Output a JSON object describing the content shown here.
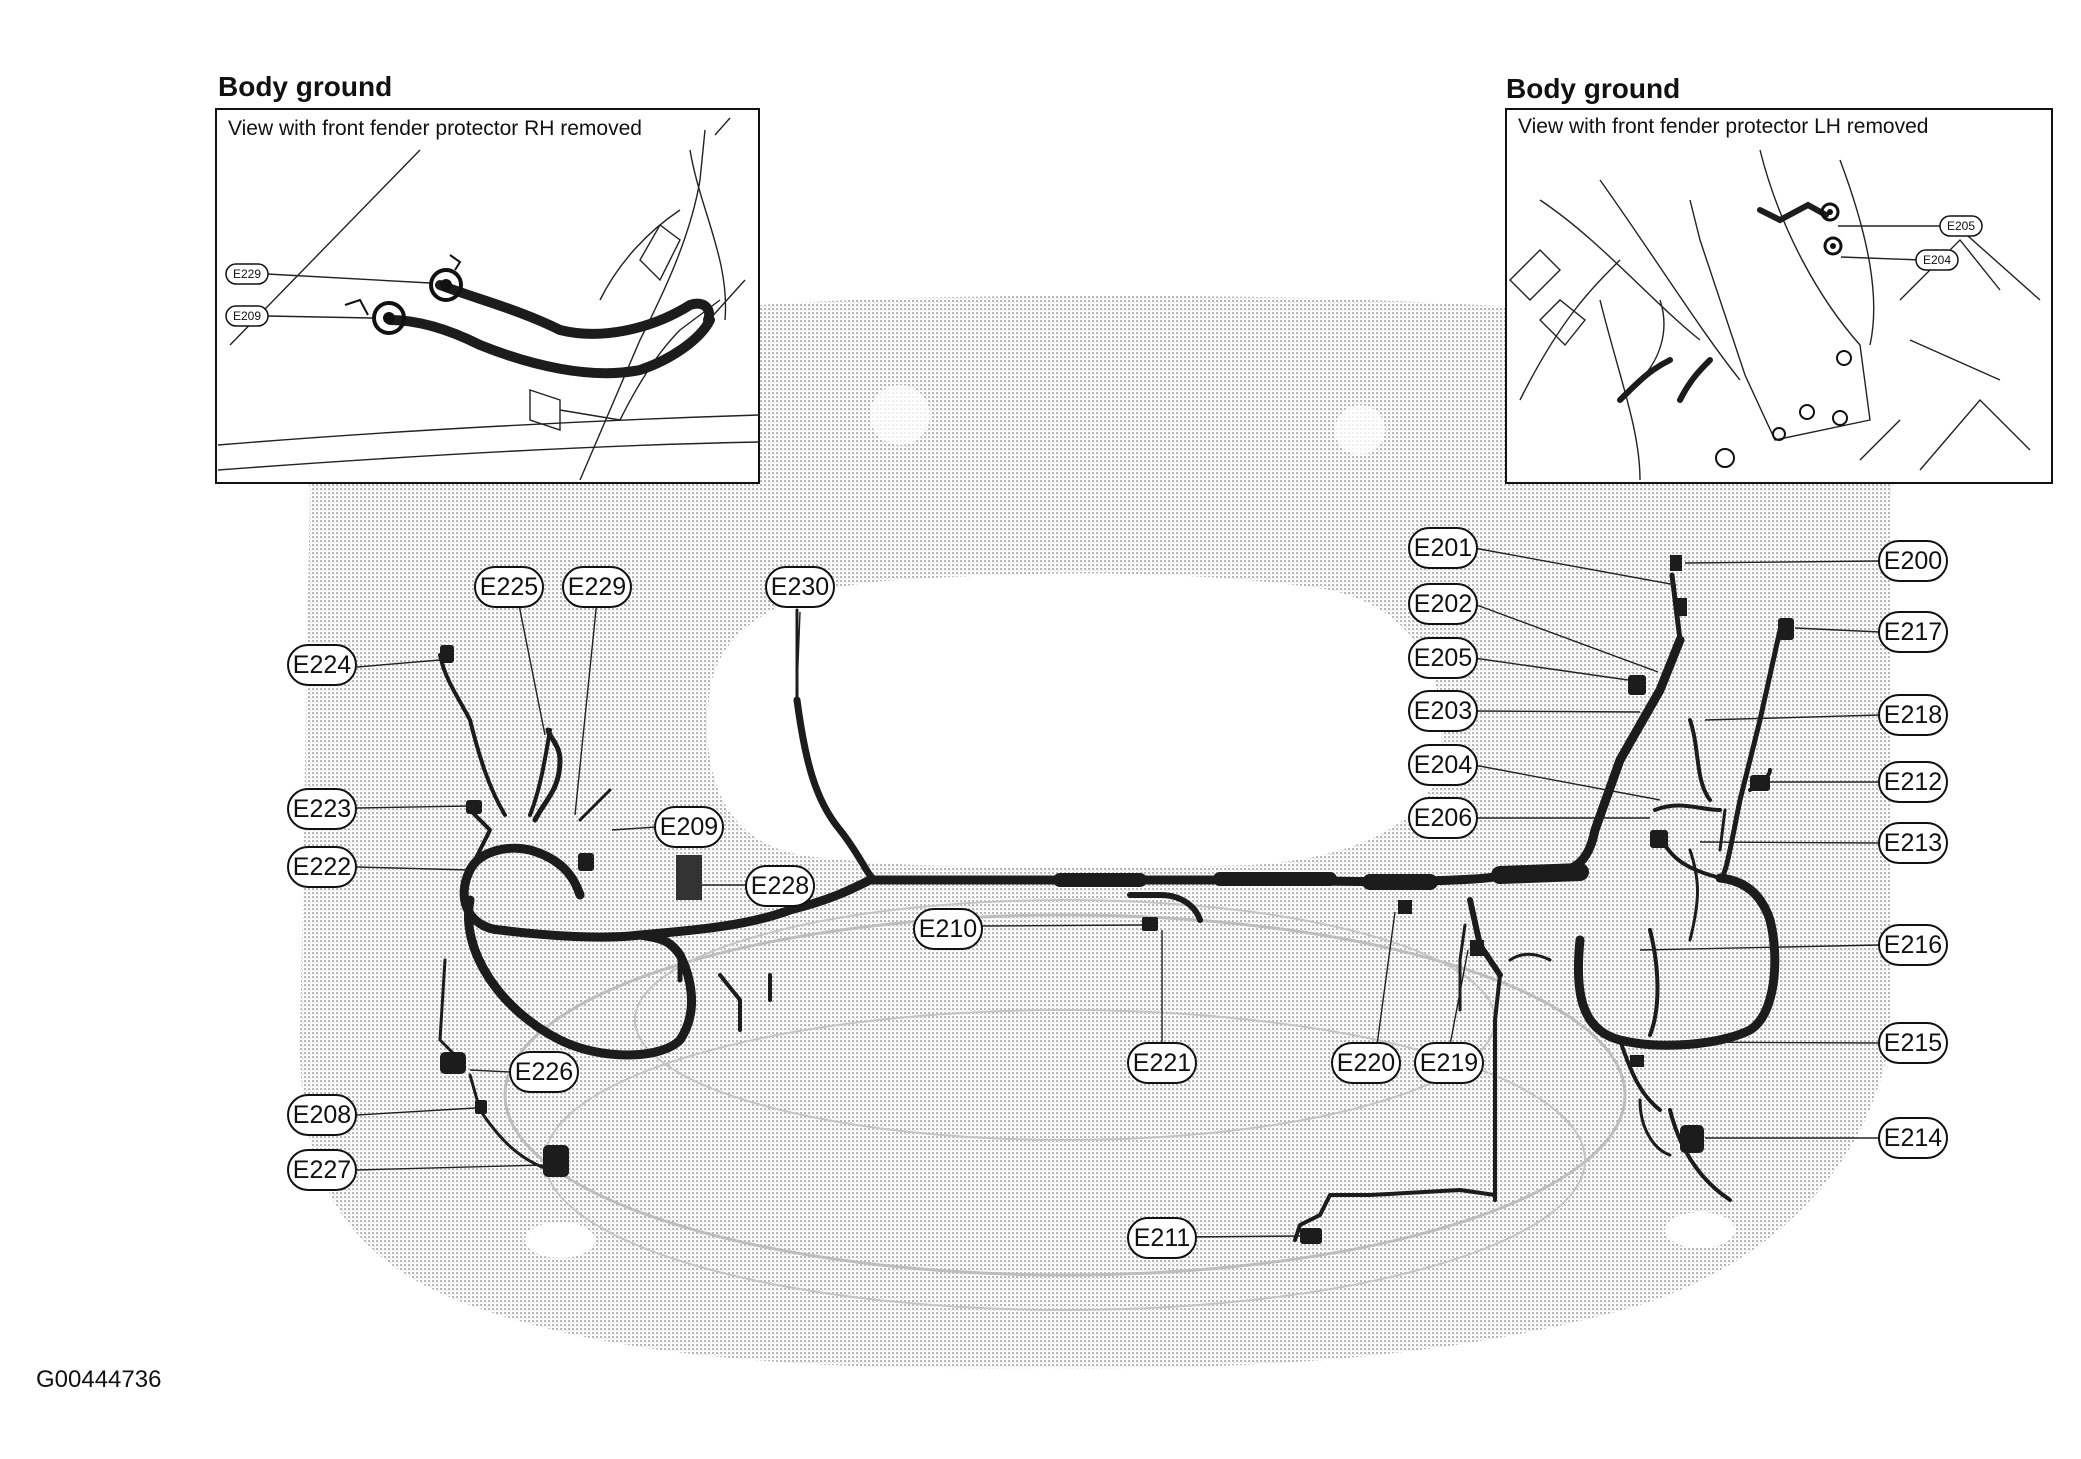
{
  "figure_id": "G00444736",
  "insets": [
    {
      "id": "rh",
      "title": "Body ground",
      "caption": "View with front fender protector RH removed",
      "callouts": [
        "E229",
        "E209"
      ]
    },
    {
      "id": "lh",
      "title": "Body ground",
      "caption": "View with front fender protector LH removed",
      "callouts": [
        "E205",
        "E204"
      ]
    }
  ],
  "connectors": [
    "E224",
    "E225",
    "E229",
    "E230",
    "E223",
    "E222",
    "E209",
    "E228",
    "E226",
    "E208",
    "E227",
    "E210",
    "E221",
    "E220",
    "E219",
    "E211",
    "E201",
    "E202",
    "E205",
    "E203",
    "E204",
    "E206",
    "E200",
    "E217",
    "E218",
    "E212",
    "E213",
    "E216",
    "E215",
    "E214"
  ],
  "colors": {
    "line": "#1c1c1c",
    "shading": "#c9c9c9",
    "background": "#ffffff"
  }
}
